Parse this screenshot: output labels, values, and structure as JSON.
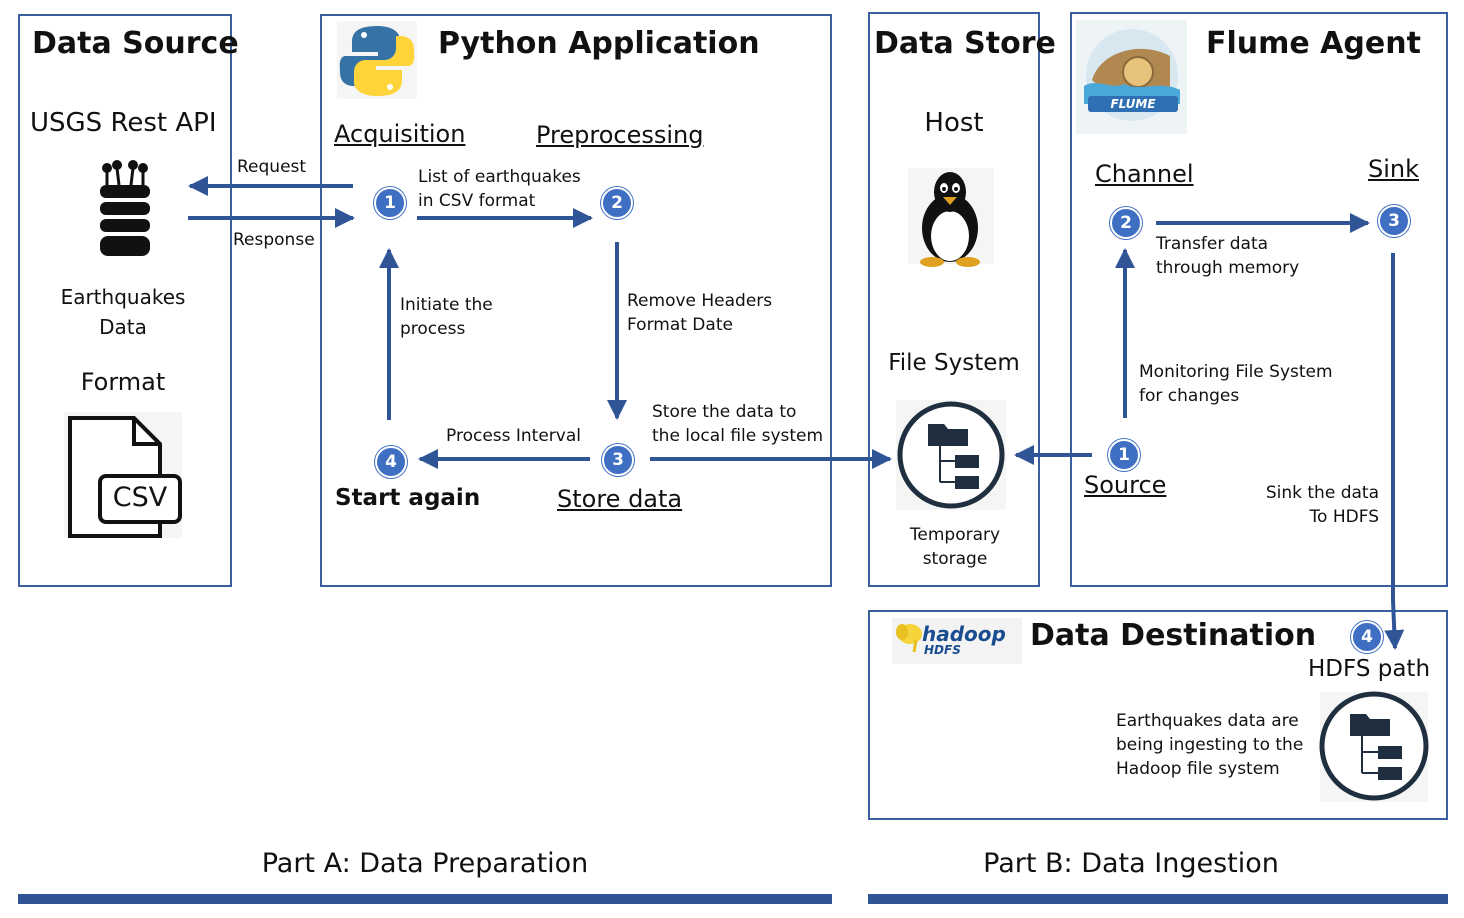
{
  "data_source": {
    "title": "Data Source",
    "api": "USGS Rest API",
    "data_label_1": "Earthquakes",
    "data_label_2": "Data",
    "format_label": "Format",
    "format_icon_text": "CSV"
  },
  "python_app": {
    "title": "Python Application",
    "acquisition": "Acquisition",
    "preprocessing": "Preprocessing",
    "store_data": "Store data",
    "start_again": "Start again",
    "step1_to_2_line1": "List of earthquakes",
    "step1_to_2_line2": "in CSV format",
    "step2_to_3_line1": "Remove Headers",
    "step2_to_3_line2": "Format Date",
    "step3_to_4": "Process Interval",
    "step4_to_1_line1": "Initiate the",
    "step4_to_1_line2": "process",
    "store_line1": "Store the data to",
    "store_line2": "the local file system",
    "steps": [
      "1",
      "2",
      "3",
      "4"
    ]
  },
  "edges": {
    "request": "Request",
    "response": "Response"
  },
  "data_store": {
    "title": "Data Store",
    "host": "Host",
    "file_system": "File System",
    "temp_line1": "Temporary",
    "temp_line2": "storage"
  },
  "flume": {
    "title": "Flume Agent",
    "logo_text": "FLUME",
    "channel": "Channel",
    "sink": "Sink",
    "source": "Source",
    "transfer_line1": "Transfer data",
    "transfer_line2": "through memory",
    "monitor_line1": "Monitoring File System",
    "monitor_line2": "for changes",
    "sink_line1": "Sink the data",
    "sink_line2": "To HDFS",
    "steps": [
      "1",
      "2",
      "3",
      "4"
    ]
  },
  "destination": {
    "title": "Data Destination",
    "logo_text": "hadoop",
    "logo_sub": "HDFS",
    "hdfs_path": "HDFS path",
    "desc_line1": "Earthquakes data are",
    "desc_line2": "being ingesting to the",
    "desc_line3": "Hadoop file system"
  },
  "parts": {
    "a": "Part A: Data Preparation",
    "b": "Part B: Data Ingestion"
  },
  "colors": {
    "arrow": "#2f5597",
    "border": "#3a5f9f",
    "badge": "#3e6fc3"
  }
}
